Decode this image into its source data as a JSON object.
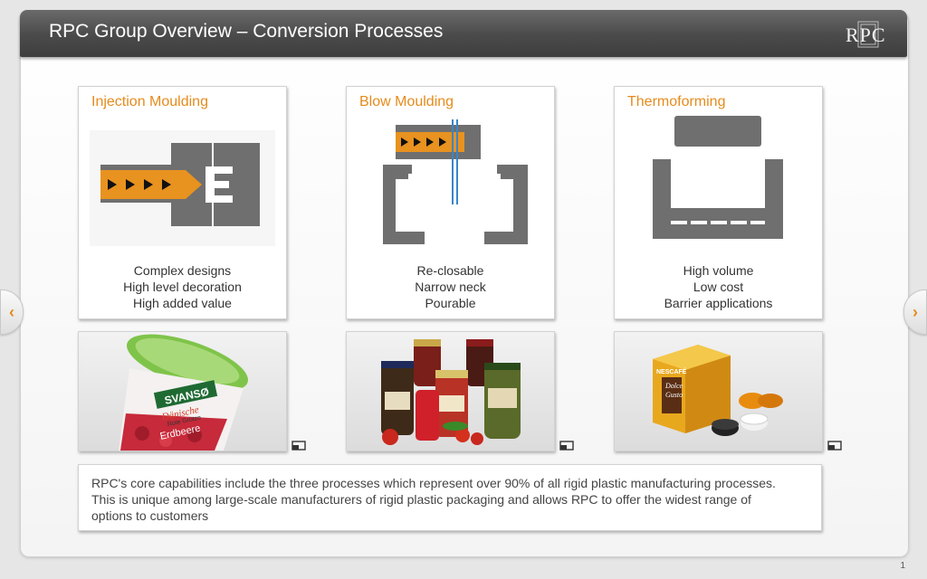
{
  "header": {
    "title": "RPC Group Overview – Conversion Processes",
    "logo_text": "RPC"
  },
  "nav": {
    "prev_glyph": "‹",
    "next_glyph": "›"
  },
  "cards": [
    {
      "title": "Injection Moulding",
      "lines": [
        "Complex designs",
        "High level decoration",
        "High added value"
      ]
    },
    {
      "title": "Blow Moulding",
      "lines": [
        "Re-closable",
        "Narrow neck",
        "Pourable"
      ]
    },
    {
      "title": "Thermoforming",
      "lines": [
        "High volume",
        "Low cost",
        "Barrier applications"
      ]
    }
  ],
  "photos": [
    {
      "label": "SVANSØ",
      "sub1": "Dänische",
      "sub2": "Rote Grütze",
      "sub3": "Erdbeere",
      "icon": "expand-icon"
    },
    {
      "label": "",
      "icon": "expand-icon"
    },
    {
      "label": "NESCAFÉ",
      "sub1": "Dolce",
      "sub2": "Gusto",
      "icon": "expand-icon"
    }
  ],
  "caption": "RPC's core capabilities include the three processes which represent over 90% of all rigid plastic manufacturing processes. This is unique among large-scale manufacturers of rigid plastic packaging and allows RPC to offer the widest range of options to customers",
  "page_number": "1",
  "colors": {
    "accent": "#e58b1c",
    "header": "#4a4a4a",
    "machine_grey": "#6f6f6f"
  }
}
